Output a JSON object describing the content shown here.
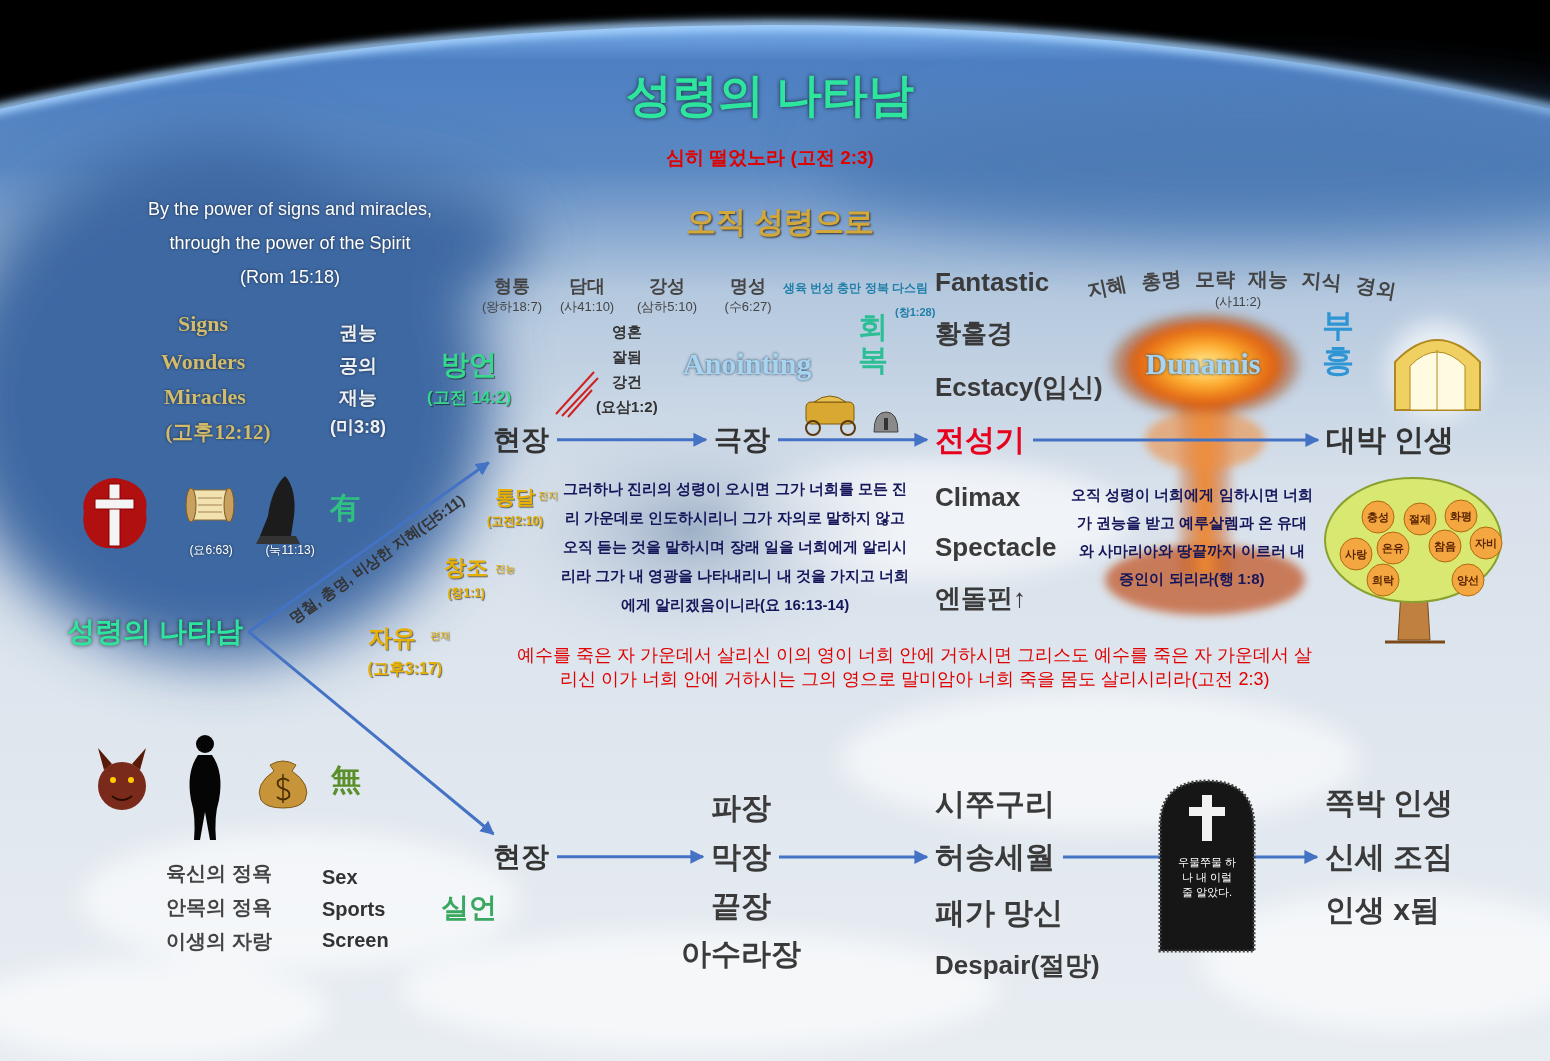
{
  "diagram": {
    "title": "성령의 나타남",
    "nodes": [
      {
        "text": [
          "성령의 나타남"
        ]
      },
      {
        "text": [
          "현장"
        ]
      },
      {
        "text": [
          "극장"
        ]
      },
      {
        "text": [
          "전성기"
        ]
      },
      {
        "text": [
          "대박 인생"
        ]
      },
      {
        "text": [
          "현장"
        ]
      },
      {
        "text": [
          "막장"
        ]
      },
      {
        "text": [
          "허송세월"
        ]
      },
      {
        "text": [
          "우물쭈물 하나 내 이럴 줄 알았다."
        ]
      },
      {
        "text": [
          "신세 조짐"
        ]
      }
    ],
    "edges": [
      {
        "from": 0,
        "to": 1,
        "arrow": "to",
        "label": "명철, 총명, 비상한 지혜(단5:11)"
      },
      {
        "from": 0,
        "to": 5,
        "arrow": "to"
      },
      {
        "from": 1,
        "to": 2,
        "arrow": "to"
      },
      {
        "from": 2,
        "to": 3,
        "arrow": "to"
      },
      {
        "from": 3,
        "to": 4,
        "arrow": "to"
      },
      {
        "from": 5,
        "to": 6,
        "arrow": "to"
      },
      {
        "from": 6,
        "to": 7,
        "arrow": "to"
      },
      {
        "from": 7,
        "to": 9,
        "arrow": "to"
      }
    ],
    "labels": [
      "심히 떨었노라 (고전 2:3)",
      "By the power of signs and miracles, through the power of the Spirit",
      "(Rom 15:18)",
      "오직 성령으로",
      "형통",
      "(왕하18:7)",
      "담대",
      "(사41:10)",
      "강성",
      "(삼하5:10)",
      "명성",
      "(수6:27)",
      "생육 번성 충만 정복 다스림",
      "(창1:28)",
      "회복",
      "Fantastic",
      "황홀경",
      "Ecstacy(입신)",
      "Climax",
      "Spectacle",
      "엔돌핀↑",
      "지혜",
      "총명",
      "모략",
      "재능",
      "지식",
      "경외",
      "(사11:2)",
      "부흥",
      "Signs",
      "Wonders",
      "Miracles",
      "(고후12:12)",
      "권능",
      "공의",
      "재능",
      "(미3:8)",
      "방언",
      "(고전 14:2)",
      "영혼",
      "잘됨",
      "강건",
      "(요삼1:2)",
      "Anointing",
      "Dunamis",
      "有",
      "(요6:63)",
      "(눅11:13)",
      "통달",
      "전지",
      "(고전2:10)",
      "창조",
      "전능",
      "(창1:1)",
      "자유",
      "편재",
      "(고후3:17)",
      "그러하나 진리의 성령이 오시면 그가 너희를 모든 진리 가운데로 인도하시리니 그가 자의로 말하지 않고 오직 듣는 것을 말하시며 장래 일을 너희에게 알리시리라 그가 내 영광을 나타내리니 내 것을 가지고 너희에게 알리겠음이니라(요 16:13-14)",
      "오직 성령이 너희에게 임하시면 너희가 권능을 받고 예루살렘과 온 유대와 사마리아와 땅끝까지 이르러 내 증인이 되리라(행 1:8)",
      "예수를 죽은 자 가운데서 살리신 이의 영이 너희 안에 거하시면 그리스도 예수를 죽은 자 가운데서 살리신 이가 너희 안에 거하시는 그의 영으로 말미암아 너희 죽을 몸도 살리시리라(고전 2:3)",
      "無",
      "육신의 정욕",
      "안목의 정욕",
      "이생의 자랑",
      "Sex",
      "Sports",
      "Screen",
      "실언",
      "파장",
      "끝장",
      "아수라장",
      "시쭈구리",
      "패가 망신",
      "Despair(절망)",
      "쪽박 인생",
      "인생 x됨",
      "충성",
      "절제",
      "화평",
      "사랑",
      "온유",
      "참음",
      "자비",
      "희락",
      "양선"
    ]
  }
}
